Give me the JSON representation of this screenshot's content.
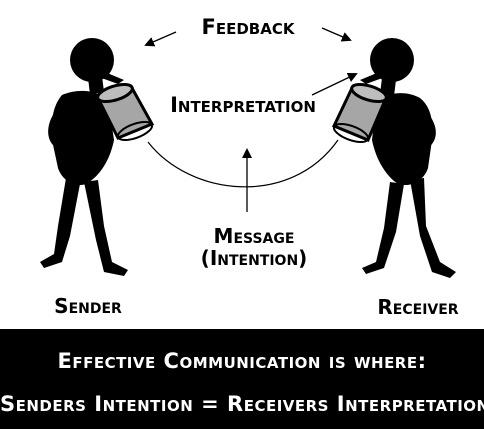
{
  "labels": {
    "feedback": "Feedback",
    "interpretation": "Interpretation",
    "message_line1": "Message",
    "message_line2": "(Intention)",
    "sender": "Sender",
    "receiver": "Receiver"
  },
  "banner": {
    "line1": "Effective Communication is where:",
    "line2": "Senders Intention = Receivers Interpretation"
  },
  "colors": {
    "figure": "#000000",
    "can": "#a6a6a6",
    "banner_bg": "#000000",
    "banner_text": "#ffffff"
  }
}
